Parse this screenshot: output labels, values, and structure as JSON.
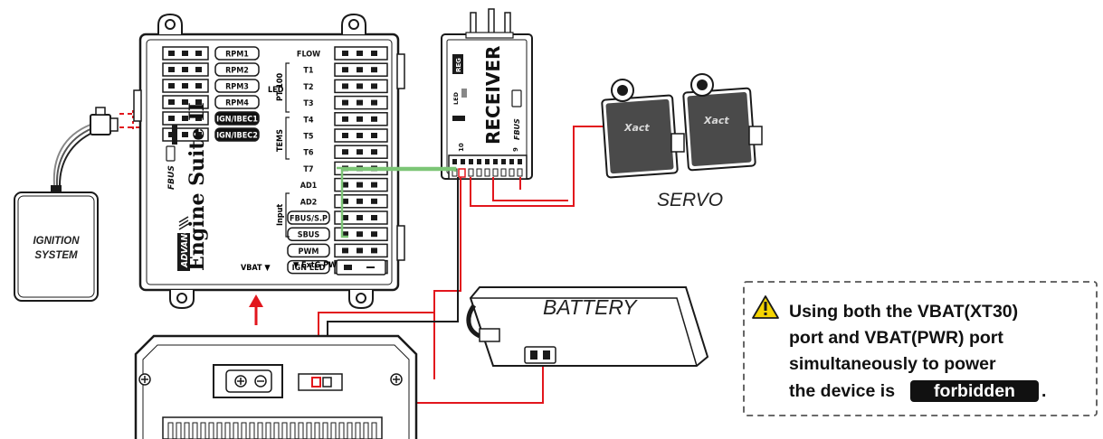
{
  "controller": {
    "brand_top": "ADVANCE",
    "brand_main": "Engine Suite II",
    "brand_sub": "FBUS",
    "led_label": "LED",
    "left_ports": [
      "RPM1",
      "RPM2",
      "RPM3",
      "RPM4",
      "IGN/IBEC1",
      "IGN/IBEC2"
    ],
    "right_ports": [
      "FLOW",
      "T1",
      "T2",
      "T3",
      "T4",
      "T5",
      "T6",
      "T7",
      "AD1",
      "AD2",
      "FBUS/S.P",
      "SBUS",
      "PWM",
      "IGN LED"
    ],
    "group_pt100": "PT 100",
    "group_temps": "TEMS",
    "group_input": "Input",
    "vbat_label": "VBAT ▼",
    "extpwr_label": "▼ ExtG PWR"
  },
  "receiver": {
    "label": "RECEIVER",
    "fbus": "FBUS",
    "led": "LED",
    "reg": "REG",
    "ch_left": "10",
    "ch_right": "9"
  },
  "ignition": {
    "line1": "IGNITION",
    "line2": "SYSTEM"
  },
  "servo": {
    "label": "SERVO",
    "brand": "Xact"
  },
  "battery": {
    "label": "BATTERY"
  },
  "warning": {
    "line1": "Using both the VBAT(XT30)",
    "line2": "port and VBAT(PWR) port",
    "line3": "simultaneously to power",
    "line4_pre": "the device is",
    "highlight": "forbidden",
    "line4_post": ".",
    "icon_color": "#f5d400",
    "border_color": "#555555"
  },
  "colors": {
    "red_wire": "#e2161d",
    "green_wire": "#7cc576",
    "black_wire": "#1a1a1a"
  }
}
